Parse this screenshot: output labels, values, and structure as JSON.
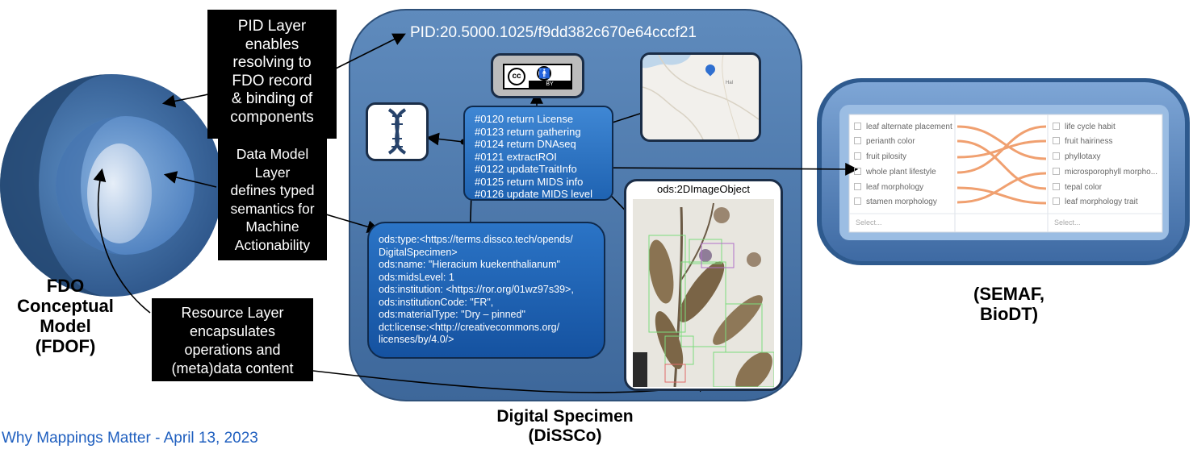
{
  "pid": "PID:20.5000.1025/f9dd382c670e64cccf21",
  "callouts": {
    "pid_layer": "PID Layer\nenables\nresolving to\nFDO record\n& binding of\ncomponents",
    "data_model_layer": "Data Model\nLayer\ndefines typed\nsemantics for\nMachine\nActionability",
    "resource_layer": "Resource Layer\nencapsulates\noperations and\n(meta)data content"
  },
  "fdo_label": "FDO\nConceptual\nModel\n(FDOF)",
  "semaf_label": "(SEMAF,\nBioDT)",
  "digital_specimen_label": "Digital Specimen\n(DiSSCo)",
  "footer": "Why Mappings Matter - April 13, 2023",
  "license_badge": {
    "cc": "cc",
    "by": "BY"
  },
  "operations": [
    "#0120 return License",
    "#0123 return gathering",
    "#0124 return DNAseq",
    "#0121 extractROI",
    "#0122 updateTraitInfo",
    "#0125 return MIDS info",
    "#0126 update MIDS level"
  ],
  "metadata": [
    "ods:type:<https://terms.dissco.tech/opends/",
    "DigitalSpecimen>",
    "ods:name: \"Hieracium kuekenthalianum\"",
    "ods:midsLevel: 1",
    "ods:institution: <https://ror.org/01wz97s39>,",
    "ods:institutionCode: \"FR\",",
    "ods:materialType: \"Dry – pinned\"",
    "dct:license:<http://creativecommons.org/",
    "licenses/by/4.0/>"
  ],
  "image_object_title": "ods:2DImageObject",
  "map_place": "Hal",
  "mapping_left": [
    "leaf alternate placement",
    "perianth color",
    "fruit pilosity",
    "whole plant lifestyle",
    "leaf morphology",
    "stamen morphology"
  ],
  "mapping_right": [
    "life cycle habit",
    "fruit hairiness",
    "phyllotaxy",
    "microsporophyll morpho...",
    "tepal color",
    "leaf morphology trait"
  ],
  "select_placeholder": "Select...",
  "colors": {
    "dark_navy": "#1a3356",
    "specimen_bg": "#4a76a8",
    "ops_blue": "#2f77c8",
    "mapping_orange": "#f0a070",
    "footer_blue": "#1f5fbf"
  }
}
